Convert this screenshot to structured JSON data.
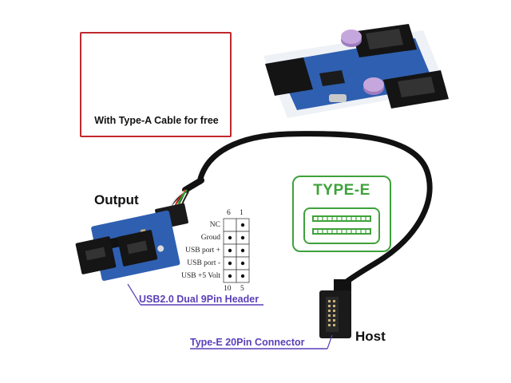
{
  "promo": {
    "label": "With Type-A Cable for free"
  },
  "labels": {
    "output": "Output",
    "host": "Host",
    "header_callout": "USB2.0 Dual 9Pin Header",
    "connector_callout": "Type-E 20Pin Connector",
    "badge": "TYPE-E"
  },
  "pinout": {
    "top_numbers": [
      "6",
      "1"
    ],
    "bottom_numbers": [
      "10",
      "5"
    ],
    "rows": [
      {
        "label": "NC"
      },
      {
        "label": "Groud"
      },
      {
        "label": "USB port +"
      },
      {
        "label": "USB port -"
      },
      {
        "label": "USB +5 Volt"
      }
    ]
  },
  "colors": {
    "promo_border": "#c0282d",
    "callout": "#5a3fb8",
    "badge": "#3ea23a",
    "pcb": "#2f5fb0"
  }
}
